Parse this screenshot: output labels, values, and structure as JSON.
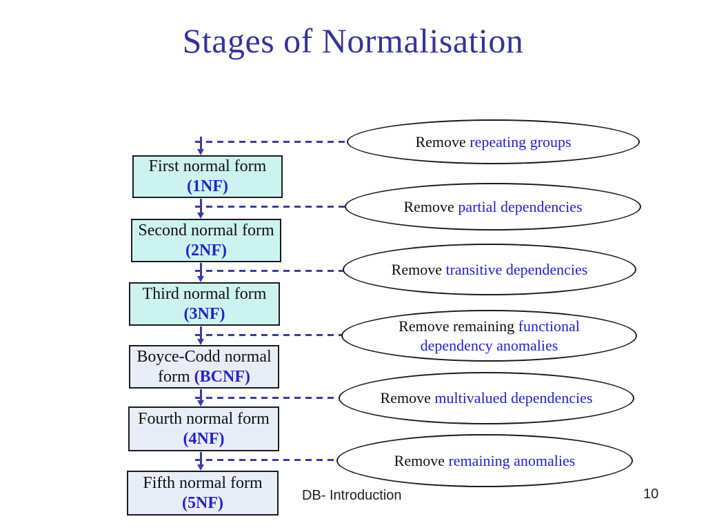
{
  "slide": {
    "title": "Stages of Normalisation",
    "footer": {
      "label": "DB- Introduction",
      "page_number": "10"
    }
  },
  "colors": {
    "title_blue": "#34349A",
    "keyword_blue": "#2222CC",
    "connector_blue": "#3B3B9E",
    "cyan_box_fill": "#CDF3F1",
    "light_box_fill": "#E9EDF8",
    "box_border": "#1A1A1A",
    "ellipse_border": "#1A1A1A",
    "body_text": "#101010"
  },
  "diagram": {
    "stages": [
      {
        "name": "First normal form",
        "abbr": "(1NF)"
      },
      {
        "name": "Second normal form",
        "abbr": "(2NF)"
      },
      {
        "name": "Third normal form",
        "abbr": "(3NF)"
      },
      {
        "name": "Boyce-Codd normal",
        "line2_prefix": "form ",
        "abbr": "(BCNF)"
      },
      {
        "name": "Fourth normal form",
        "abbr": "(4NF)"
      },
      {
        "name": "Fifth normal form",
        "abbr": "(5NF)"
      }
    ],
    "actions": [
      {
        "prefix": "Remove ",
        "keyword": "repeating groups"
      },
      {
        "prefix": "Remove ",
        "keyword": "partial dependencies"
      },
      {
        "prefix": "Remove ",
        "keyword": "transitive dependencies"
      },
      {
        "prefix": "Remove remaining ",
        "keyword": "functional dependency anomalies"
      },
      {
        "prefix": "Remove ",
        "keyword": "multivalued dependencies"
      },
      {
        "prefix": "Remove ",
        "keyword": "remaining anomalies"
      }
    ]
  }
}
